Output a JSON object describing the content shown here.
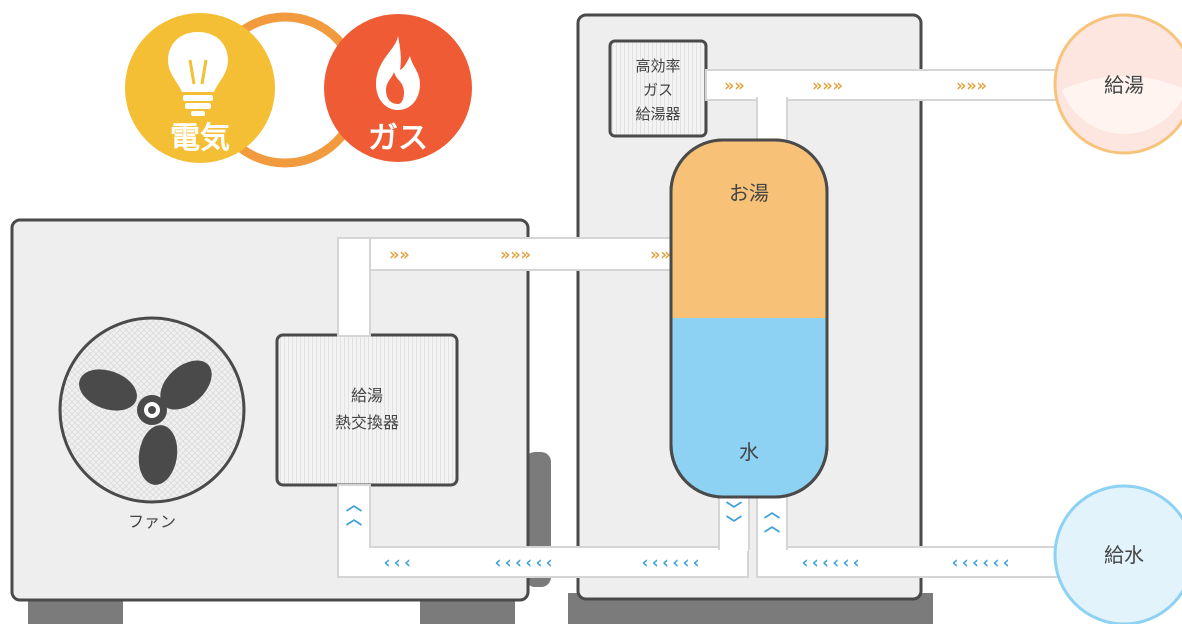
{
  "energy": {
    "electric_label": "電気",
    "gas_label": "ガス",
    "electric_color": "#f4be35",
    "gas_color": "#ee5b35",
    "ring_color": "#f19a3e"
  },
  "heat_pump_unit": {
    "fan_label": "ファン",
    "exchanger_label_line1": "給湯",
    "exchanger_label_line2": "熱交換器"
  },
  "tank_unit": {
    "gas_heater_line1": "高効率",
    "gas_heater_line2": "ガス",
    "gas_heater_line3": "給湯器",
    "tank_hot_label": "お湯",
    "tank_water_label": "水",
    "hot_color": "#f7c277",
    "water_color": "#8dd1f3"
  },
  "outputs": {
    "hot_supply_label": "給湯",
    "water_supply_label": "給水"
  },
  "flow_arrows": {
    "right_short": "»»",
    "right_long": "»»»",
    "left_short": "‹‹‹",
    "left_long": "‹‹‹‹‹‹",
    "up": "︿",
    "down": "﹀"
  }
}
